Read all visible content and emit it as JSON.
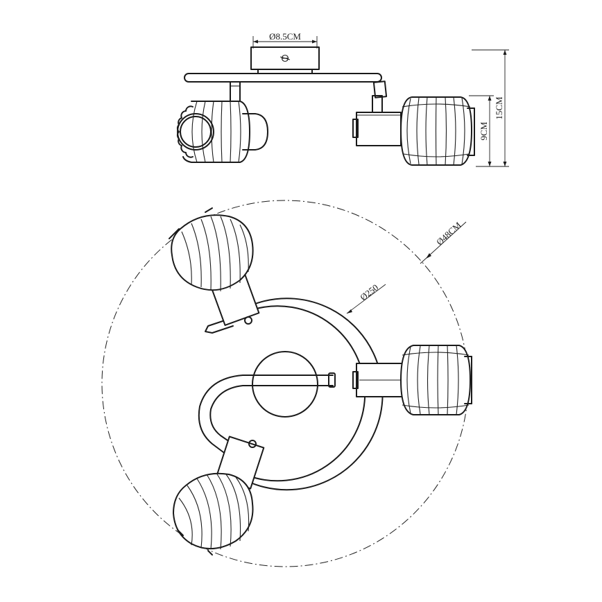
{
  "dimensions": {
    "base_diameter": "Ø8.5CM",
    "total_height": "15CM",
    "shade_height": "9CM",
    "outer_circle_diameter": "Ø48CM",
    "arc_diameter": "Ø250"
  },
  "colors": {
    "line": "#1a1a1a",
    "background": "#ffffff"
  }
}
